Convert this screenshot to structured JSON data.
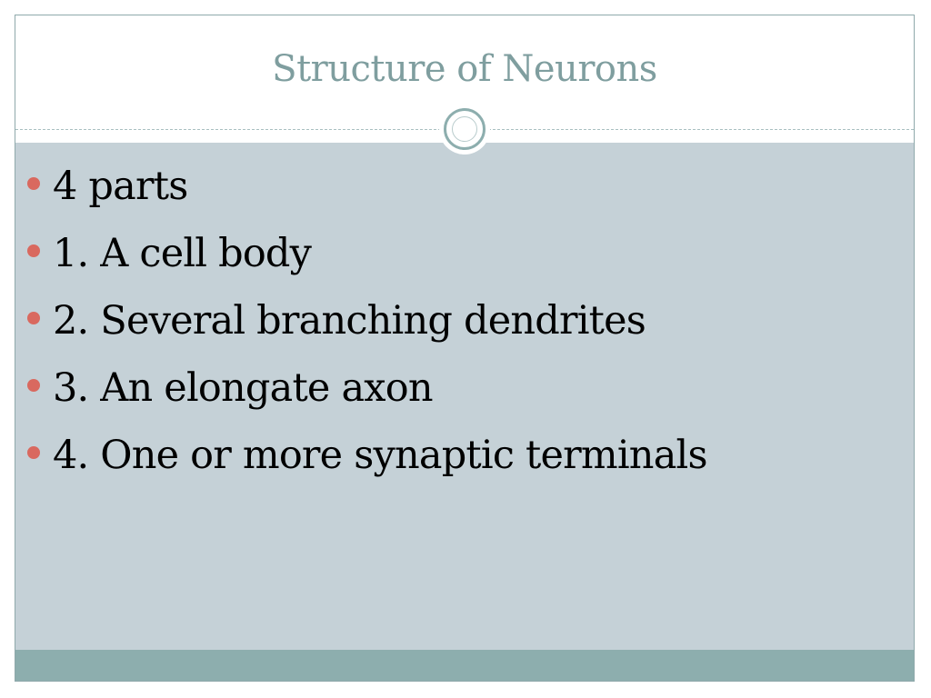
{
  "slide": {
    "title": "Structure of Neurons",
    "bullets": [
      "4 parts",
      "1. A cell body",
      "2. Several branching dendrites",
      "3. An elongate axon",
      "4. One or more synaptic terminals"
    ]
  },
  "colors": {
    "title_text": "#7f9e9f",
    "body_background": "#c5d1d7",
    "footer_band": "#8daeae",
    "bullet_marker": "#d9695f"
  },
  "icons": {
    "bullet": "circle-bullet-icon",
    "ornament": "ring-ornament-icon"
  }
}
